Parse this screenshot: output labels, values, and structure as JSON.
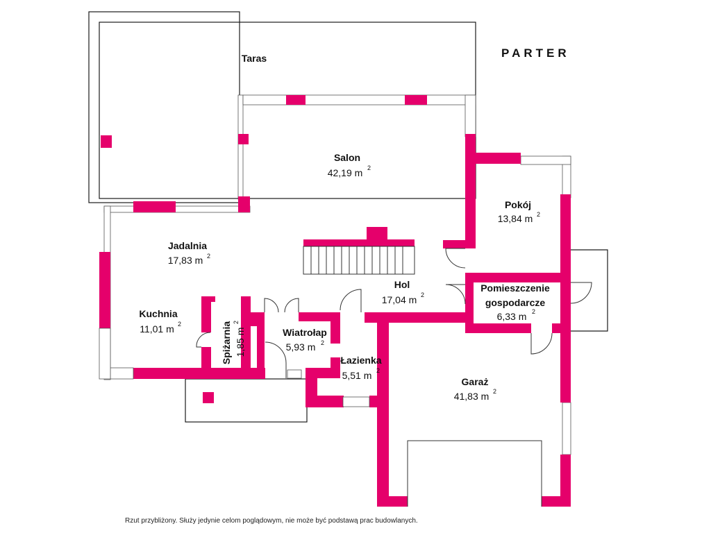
{
  "title": "PARTER",
  "disclaimer": "Rzut przybliżony. Służy jedynie celom poglądowym, nie może być podstawą prac budowlanych.",
  "colors": {
    "walls": "#e5006b",
    "outline": "#1a1a1a"
  },
  "rooms": {
    "taras": {
      "name": "Taras"
    },
    "salon": {
      "name": "Salon",
      "area": "42,19 m",
      "sup": "2"
    },
    "pokoj": {
      "name": "Pokój",
      "area": "13,84 m",
      "sup": "2"
    },
    "jadalnia": {
      "name": "Jadalnia",
      "area": "17,83 m",
      "sup": "2"
    },
    "hol": {
      "name": "Hol",
      "area": "17,04 m",
      "sup": "2"
    },
    "pomieszczenie": {
      "name_line1": "Pomieszczenie",
      "name_line2": "gospodarcze",
      "area": "6,33 m",
      "sup": "2"
    },
    "kuchnia": {
      "name": "Kuchnia",
      "area": "11,01 m",
      "sup": "2"
    },
    "spizarnia": {
      "name": "Spiżarnia",
      "area": "1,85 m",
      "sup": "2"
    },
    "wiatrolap": {
      "name": "Wiatrołap",
      "area": "5,93 m",
      "sup": "2"
    },
    "lazienka": {
      "name": "Łazienka",
      "area": "5,51 m",
      "sup": "2"
    },
    "garaz": {
      "name": "Garaż",
      "area": "41,83 m",
      "sup": "2"
    }
  }
}
